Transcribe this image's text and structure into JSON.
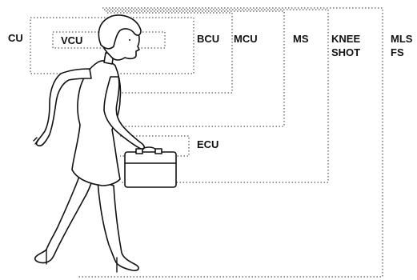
{
  "shot_sizes": {
    "cu": "CU",
    "vcu": "VCU",
    "bcu": "BCU",
    "mcu": "MCU",
    "ms": "MS",
    "knee_shot": [
      "KNEE",
      "SHOT"
    ],
    "mls_fs": [
      "MLS",
      "FS"
    ],
    "ecu": "ECU"
  },
  "icons": {
    "figure": "walking-woman-with-briefcase"
  }
}
